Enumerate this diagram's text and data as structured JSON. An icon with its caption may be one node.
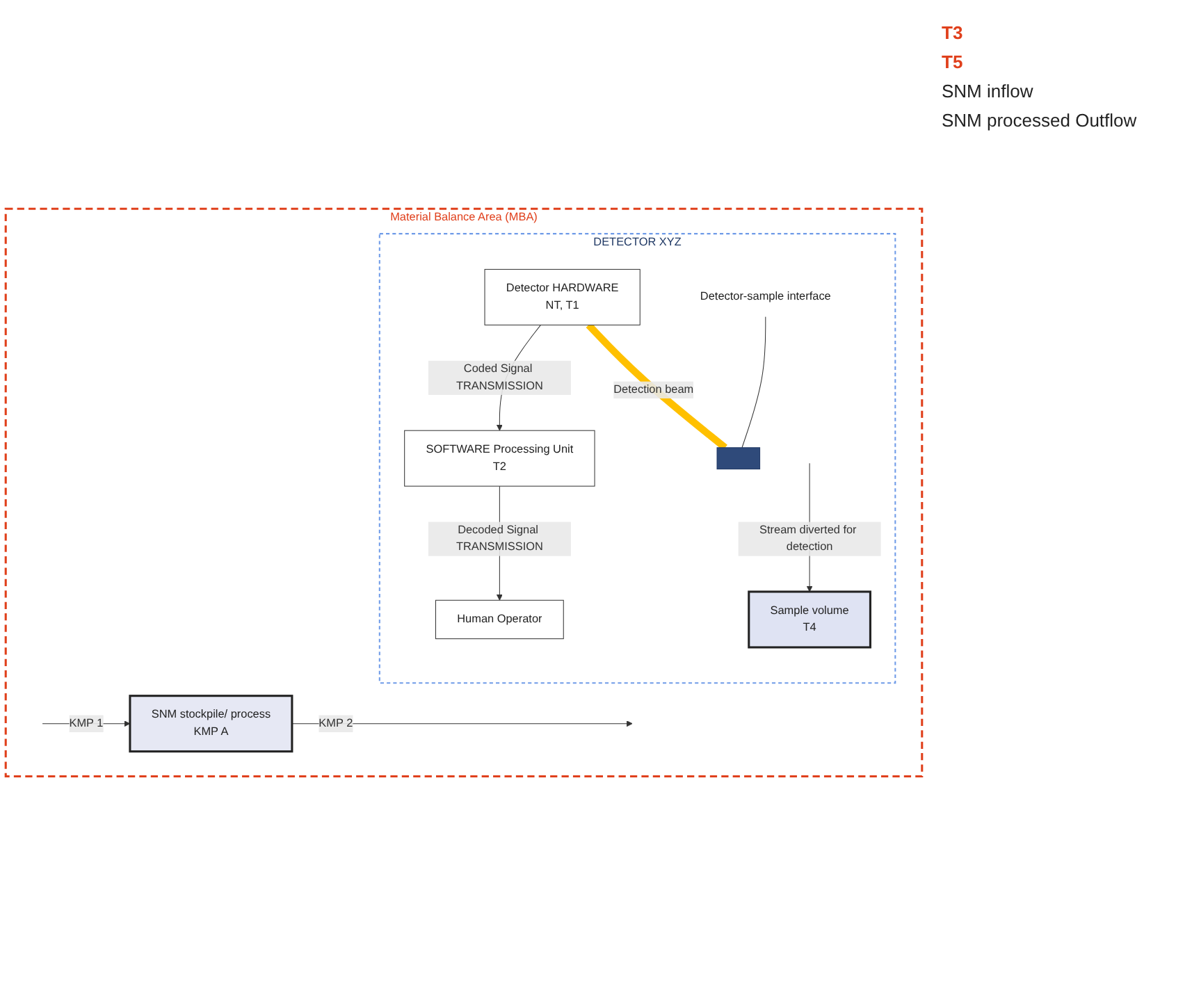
{
  "diagram": {
    "nodes": [
      {
        "text": [
          "Material Balance Area  (MBA)"
        ]
      },
      {
        "text": [
          "DETECTOR XYZ"
        ],
        "in": 0
      },
      {
        "text": [
          "SOFTWARE Processing Unit",
          "T2"
        ],
        "in": 1
      },
      {
        "text": [
          "Detector HARDWARE",
          "NT, T1"
        ],
        "in": 1
      },
      {
        "text": [
          "Human Operator"
        ],
        "in": 1
      },
      {
        "text": [],
        "shape": "bar",
        "in": 1
      },
      {
        "text": [
          "Detector-sample interface"
        ],
        "in": 1
      },
      {
        "text": [
          "Sample volume",
          "T4"
        ],
        "in": 1
      },
      {
        "text": [
          "SNM stockpile/ process",
          "KMP A"
        ],
        "in": 0
      }
    ],
    "edges": [
      {
        "from": 3,
        "to": 2,
        "arrow": "to",
        "label": "Coded Signal TRANSMISSION"
      },
      {
        "from": 2,
        "to": 4,
        "arrow": "to",
        "label": "Decoded Signal TRANSMISSION"
      },
      {
        "from": 3,
        "to": 5,
        "arrow": "none",
        "label": "Detection beam",
        "style": "thick",
        "color": "#ffc000"
      },
      {
        "from": 6,
        "to": 5,
        "arrow": "none"
      },
      {
        "from": null,
        "to": 8,
        "arrow": "to",
        "label": "KMP 1"
      },
      {
        "from": 8,
        "to": null,
        "arrow": "to",
        "label": "KMP 2"
      },
      {
        "from": null,
        "to": 7,
        "arrow": "to",
        "label": "Stream diverted for detection"
      }
    ],
    "labels": [
      "T3",
      "T5",
      "SNM inflow",
      "SNM processed Outflow"
    ]
  }
}
